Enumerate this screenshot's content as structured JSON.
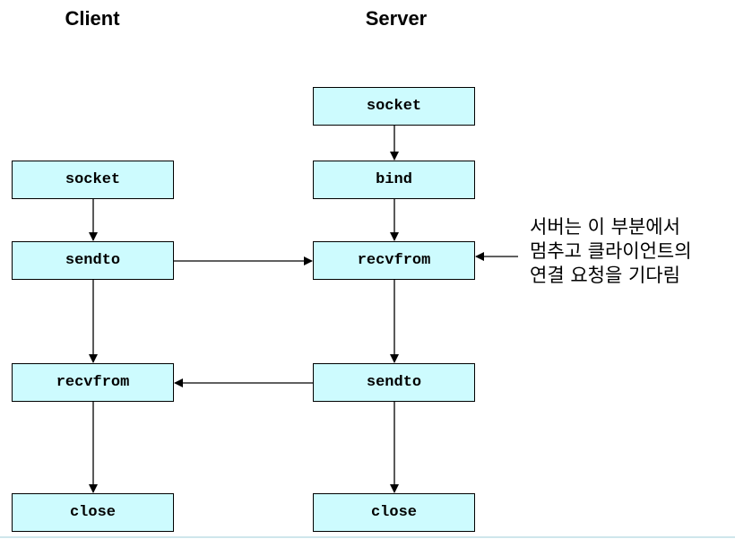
{
  "titles": {
    "client": "Client",
    "server": "Server"
  },
  "client": {
    "socket": "socket",
    "sendto": "sendto",
    "recvfrom": "recvfrom",
    "close": "close"
  },
  "server": {
    "socket": "socket",
    "bind": "bind",
    "recvfrom": "recvfrom",
    "sendto": "sendto",
    "close": "close"
  },
  "note": {
    "line1": "서버는 이 부분에서",
    "line2": "멈추고 클라이언트의",
    "line3": "연결 요청을 기다림"
  },
  "colors": {
    "box_fill": "#cdfbfe",
    "stroke": "#000000"
  }
}
